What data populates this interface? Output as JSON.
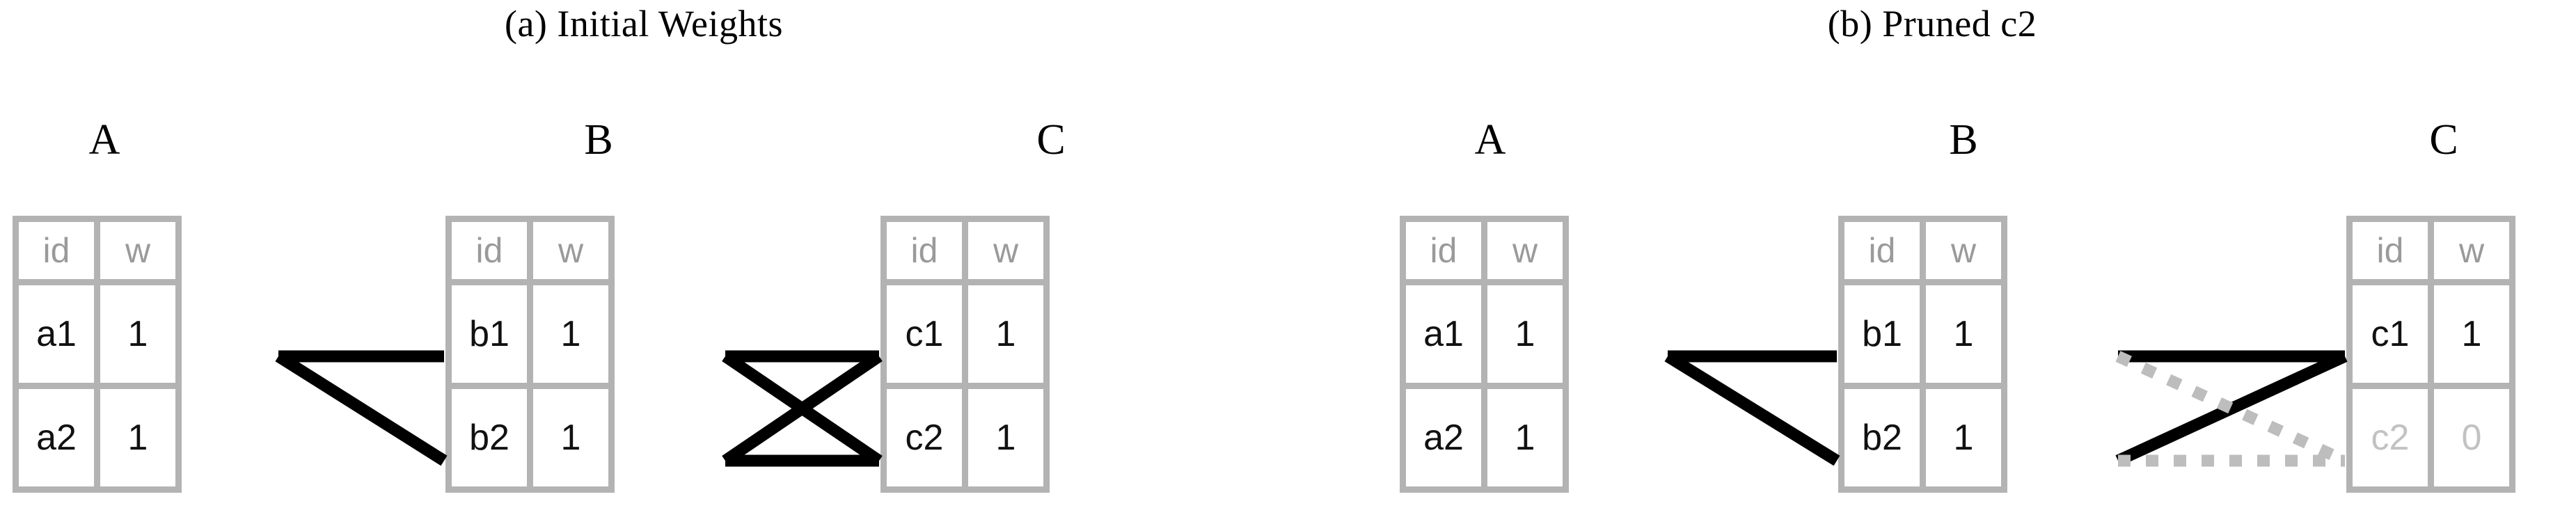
{
  "figure": {
    "colors": {
      "table_border": "#b3b3b3",
      "cell_bg": "#ffffff",
      "header_text": "#9a9a9a",
      "body_text": "#111111",
      "pruned_text": "#c2c2c2",
      "edge_active": "#000000",
      "edge_pruned": "#bdbdbd",
      "page_bg": "#ffffff"
    }
  },
  "panels": [
    {
      "id": "panel-a",
      "title": "(a) Initial Weights",
      "tables": [
        {
          "name": "A",
          "headers": [
            "id",
            "w"
          ],
          "rows": [
            {
              "id": "a1",
              "w": "1",
              "pruned": false
            },
            {
              "id": "a2",
              "w": "1",
              "pruned": false
            }
          ]
        },
        {
          "name": "B",
          "headers": [
            "id",
            "w"
          ],
          "rows": [
            {
              "id": "b1",
              "w": "1",
              "pruned": false
            },
            {
              "id": "b2",
              "w": "1",
              "pruned": false
            }
          ]
        },
        {
          "name": "C",
          "headers": [
            "id",
            "w"
          ],
          "rows": [
            {
              "id": "c1",
              "w": "1",
              "pruned": false
            },
            {
              "id": "c2",
              "w": "1",
              "pruned": false
            }
          ]
        }
      ],
      "edges": [
        {
          "from": "a1",
          "to": "b1",
          "style": "solid"
        },
        {
          "from": "a1",
          "to": "b2",
          "style": "solid"
        },
        {
          "from": "b1",
          "to": "c1",
          "style": "solid"
        },
        {
          "from": "b1",
          "to": "c2",
          "style": "solid"
        },
        {
          "from": "b2",
          "to": "c1",
          "style": "solid"
        },
        {
          "from": "b2",
          "to": "c2",
          "style": "solid"
        }
      ]
    },
    {
      "id": "panel-b",
      "title": "(b) Pruned c2",
      "tables": [
        {
          "name": "A",
          "headers": [
            "id",
            "w"
          ],
          "rows": [
            {
              "id": "a1",
              "w": "1",
              "pruned": false
            },
            {
              "id": "a2",
              "w": "1",
              "pruned": false
            }
          ]
        },
        {
          "name": "B",
          "headers": [
            "id",
            "w"
          ],
          "rows": [
            {
              "id": "b1",
              "w": "1",
              "pruned": false
            },
            {
              "id": "b2",
              "w": "1",
              "pruned": false
            }
          ]
        },
        {
          "name": "C",
          "headers": [
            "id",
            "w"
          ],
          "rows": [
            {
              "id": "c1",
              "w": "1",
              "pruned": false
            },
            {
              "id": "c2",
              "w": "0",
              "pruned": true
            }
          ]
        }
      ],
      "edges": [
        {
          "from": "a1",
          "to": "b1",
          "style": "solid"
        },
        {
          "from": "a1",
          "to": "b2",
          "style": "solid"
        },
        {
          "from": "b1",
          "to": "c1",
          "style": "solid"
        },
        {
          "from": "b1",
          "to": "c2",
          "style": "dotted"
        },
        {
          "from": "b2",
          "to": "c1",
          "style": "solid"
        },
        {
          "from": "b2",
          "to": "c2",
          "style": "dotted"
        }
      ]
    }
  ]
}
